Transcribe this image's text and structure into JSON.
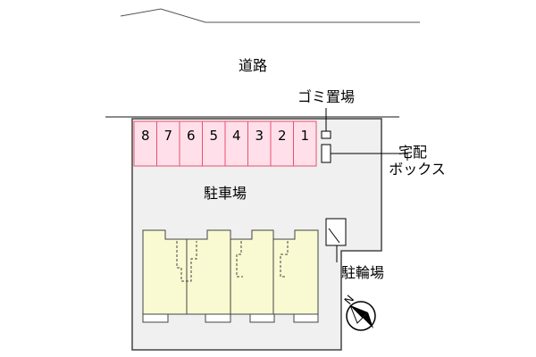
{
  "road_label": "道路",
  "garbage_label": "ゴミ置場",
  "delivery_box_label": [
    "宅配",
    "ボックス"
  ],
  "parking_label": "駐車場",
  "bicycle_label": "駐輪場",
  "compass_letter": "N",
  "parking_spaces": [
    "8",
    "7",
    "6",
    "5",
    "4",
    "3",
    "2",
    "1"
  ],
  "colors": {
    "parking_fill": "#ffe0ea",
    "parking_stroke": "#e8506e",
    "site_fill": "#f0f0f0",
    "building_fill": "#fafad2",
    "outline": "#444444"
  }
}
